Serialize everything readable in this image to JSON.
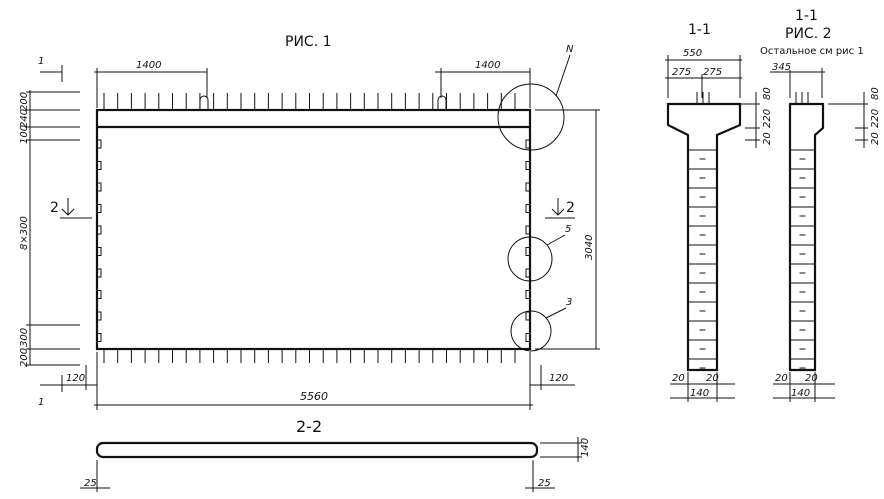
{
  "fig1": {
    "title": "РИС. 1",
    "dim_top_left": "1400",
    "dim_top_right": "1400",
    "dim_left": [
      "200",
      "240",
      "100",
      "8×300",
      "300",
      "200"
    ],
    "dim_right_height": "3040",
    "dim_length": "5560",
    "dim_edge_left": "120",
    "dim_edge_right": "120",
    "node_marks": [
      "N",
      "5",
      "3"
    ],
    "section_mark_1": "1",
    "section_mark_2": "2"
  },
  "section22": {
    "title": "2-2",
    "dim_thickness": "140",
    "dim_left": "25",
    "dim_right": "25"
  },
  "section11a": {
    "title": "1-1",
    "dim_width": "550",
    "dim_half_left": "275",
    "dim_half_right": "275",
    "dims_right": [
      "80",
      "220",
      "20"
    ],
    "dim_bottom_left": "20",
    "dim_bottom_right": "20",
    "dim_bottom_width": "140"
  },
  "section11b": {
    "title": "1-1",
    "fig_title": "РИС. 2",
    "note": "Остальное см рис 1",
    "dim_width": "345",
    "dims_right": [
      "80",
      "220",
      "20"
    ],
    "dim_bottom_left": "20",
    "dim_bottom_right": "20",
    "dim_bottom_width": "140"
  }
}
